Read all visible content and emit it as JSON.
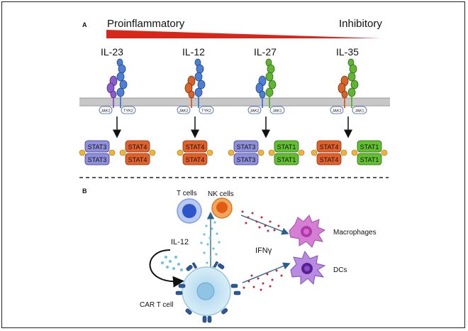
{
  "panel_a": {
    "label": "A",
    "gradient_left": "Proinflammatory",
    "gradient_right": "Inhibitory",
    "cytokines": [
      {
        "name": "IL-23",
        "jak_left": "JAK2",
        "jak_right": "TYK2",
        "stat_top_left": "STAT3",
        "stat_bottom_left": "STAT3",
        "stat_top_right": "STAT4",
        "stat_bottom_right": "STAT4"
      },
      {
        "name": "IL-12",
        "jak_left": "JAK2",
        "jak_right": "TYK2",
        "stat_top_left": "STAT4",
        "stat_bottom_left": "STAT4"
      },
      {
        "name": "IL-27",
        "jak_left": "JAK2",
        "jak_right": "JAK1",
        "stat_top_left": "STAT3",
        "stat_bottom_left": "STAT3",
        "stat_top_right": "STAT1",
        "stat_bottom_right": "STAT1"
      },
      {
        "name": "IL-35",
        "jak_left": "JAK2",
        "jak_right": "JAK1",
        "stat_top_left": "STAT4",
        "stat_bottom_left": "STAT4",
        "stat_top_right": "STAT1",
        "stat_bottom_right": "STAT1"
      }
    ]
  },
  "panel_b": {
    "label": "B",
    "t_cells": "T cells",
    "nk_cells": "NK cells",
    "macrophages": "Macrophages",
    "dcs": "DCs",
    "il12": "IL-12",
    "ifng": "IFNγ",
    "car_t": "CAR T cell"
  },
  "colors": {
    "gradient": "#d7261b",
    "stat3": "#8f8fdc",
    "stat4": "#e2612a",
    "stat1": "#62c02f",
    "receptor_blue": "#4c7fd6",
    "receptor_purple": "#8a5ccc",
    "receptor_orange": "#d8642a",
    "receptor_green": "#5fb534",
    "membrane": "#bdbdbd",
    "macrophage": "#c95fc9",
    "dc": "#a56ad8",
    "tcell": "#7f9ae0",
    "nkcell": "#ef8a3a",
    "cart": "#bfe0ef"
  }
}
